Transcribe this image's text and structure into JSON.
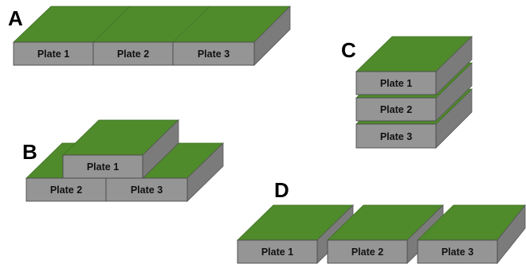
{
  "colors": {
    "top": "#4f8a2b",
    "front": "#959595",
    "side": "#7b7b7b",
    "label": "#111111",
    "background": "#ffffff"
  },
  "panels": [
    {
      "letter": "A",
      "plates": [
        "Plate 1",
        "Plate 2",
        "Plate 3"
      ]
    },
    {
      "letter": "B",
      "plates": [
        "Plate 1",
        "Plate 2",
        "Plate 3"
      ]
    },
    {
      "letter": "C",
      "plates": [
        "Plate 1",
        "Plate 2",
        "Plate 3"
      ]
    },
    {
      "letter": "D",
      "plates": [
        "Plate 1",
        "Plate 2",
        "Plate 3"
      ]
    }
  ]
}
